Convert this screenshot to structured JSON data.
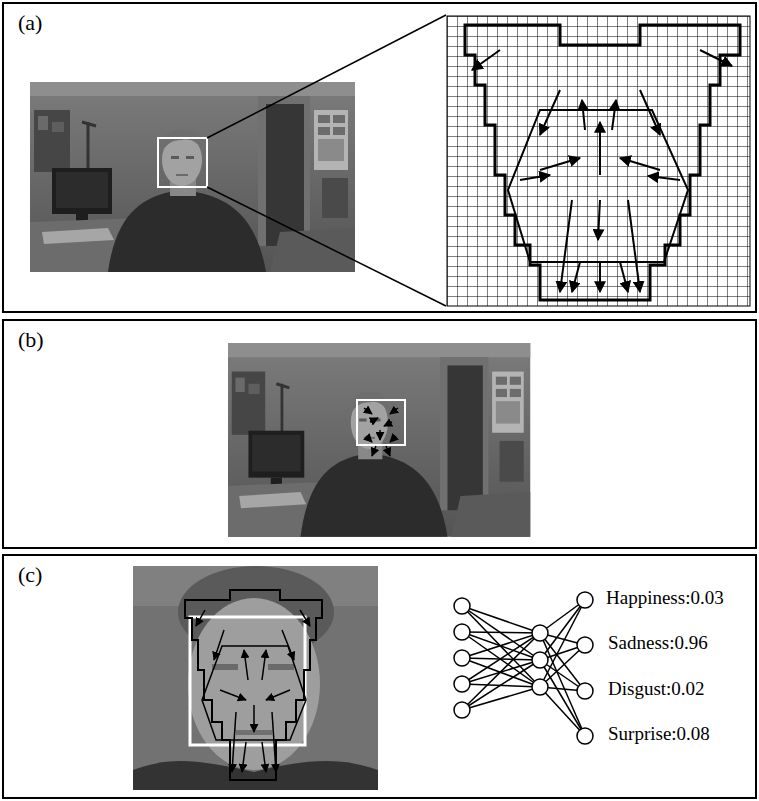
{
  "diagram": {
    "nodes": [
      {
        "text": [
          "(a)"
        ]
      },
      {
        "text": [
          "(b)"
        ]
      },
      {
        "text": [
          "(c)"
        ]
      }
    ],
    "labels": [
      "Happiness:0.03",
      "Sadness:0.96",
      "Disgust:0.02",
      "Surprise:0.08"
    ]
  }
}
